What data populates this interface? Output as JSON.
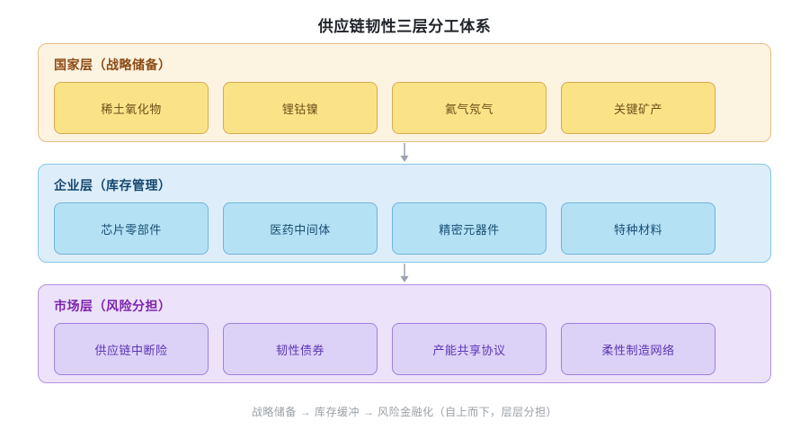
{
  "page": {
    "title": "供应链韧性三层分工体系",
    "footer": "战略储备 → 库存缓冲 → 风险金融化（自上而下，层层分担）"
  },
  "layers": [
    {
      "id": "national",
      "title": "国家层（战略储备）",
      "items": [
        "稀土氧化物",
        "锂钴镍",
        "氦气氖气",
        "关键矿产"
      ],
      "colors": {
        "background": "#fdf3e1",
        "border": "#e9bd87",
        "title_text": "#8b4a12",
        "box_background": "#fae387",
        "box_border": "#d9a94e",
        "box_text": "#6e4f1a"
      }
    },
    {
      "id": "enterprise",
      "title": "企业层（库存管理）",
      "items": [
        "芯片零部件",
        "医药中间体",
        "精密元器件",
        "特种材料"
      ],
      "colors": {
        "background": "#ddeefa",
        "border": "#85c6e8",
        "title_text": "#14466e",
        "box_background": "#b5e1f5",
        "box_border": "#6fb4d9",
        "box_text": "#174e73"
      }
    },
    {
      "id": "market",
      "title": "市场层（风险分担）",
      "items": [
        "供应链中断险",
        "韧性债券",
        "产能共享协议",
        "柔性制造网络"
      ],
      "colors": {
        "background": "#ece2fa",
        "border": "#b392e3",
        "title_text": "#7d22ad",
        "box_background": "#dcd2f7",
        "box_border": "#9f7fe0",
        "box_text": "#5b35b5"
      }
    }
  ],
  "arrow": {
    "color": "#9ca3af",
    "direction": "down"
  }
}
